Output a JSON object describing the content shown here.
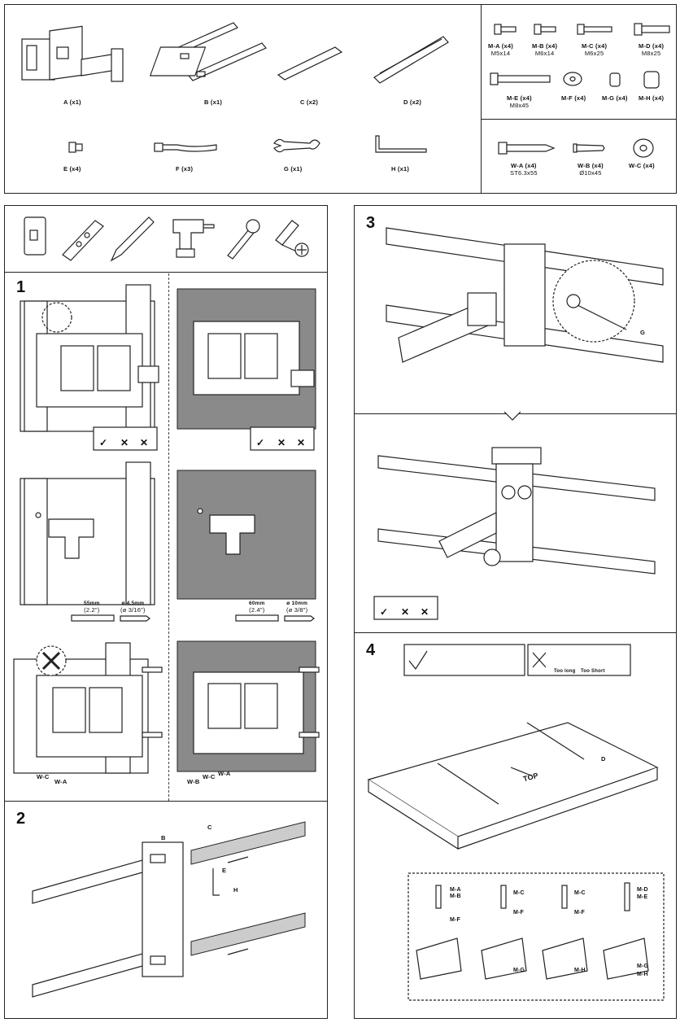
{
  "parts": [
    {
      "label": "A (x1)"
    },
    {
      "label": "B (x1)"
    },
    {
      "label": "C (x2)"
    },
    {
      "label": "D (x2)"
    },
    {
      "label": "E (x4)"
    },
    {
      "label": "F (x3)"
    },
    {
      "label": "G (x1)"
    },
    {
      "label": "H (x1)"
    }
  ],
  "screws": [
    {
      "label": "M-A (x4)",
      "size": "M5x14"
    },
    {
      "label": "M-B (x4)",
      "size": "M6x14"
    },
    {
      "label": "M-C (x4)",
      "size": "M6x25"
    },
    {
      "label": "M-D (x4)",
      "size": "M8x25"
    },
    {
      "label": "M-E (x4)",
      "size": "M8x45"
    },
    {
      "label": "M-F (x4)",
      "size": ""
    },
    {
      "label": "M-G (x4)",
      "size": ""
    },
    {
      "label": "M-H (x4)",
      "size": ""
    }
  ],
  "wall": [
    {
      "label": "W-A (x4)",
      "size": "ST6.3x55"
    },
    {
      "label": "W-B (x4)",
      "size": "Ø10x45"
    },
    {
      "label": "W-C (x4)",
      "size": ""
    }
  ],
  "steps": {
    "s1": "1",
    "s2": "2",
    "s3": "3",
    "s4": "4"
  },
  "drill_wood": {
    "depth": "55mm",
    "depth_in": "(2.2\")",
    "bit": "ø 4.5mm",
    "bit_in": "(ø 3/16\")"
  },
  "drill_concrete": {
    "depth": "60mm",
    "depth_in": "(2.4\")",
    "bit": "ø 10mm",
    "bit_in": "(ø 3/8\")"
  },
  "callouts": {
    "wc1": "W-C",
    "wa1": "W-A",
    "wb2": "W-B",
    "wc2": "W-C",
    "wa2": "W-A",
    "b": "B",
    "c": "C",
    "e": "E",
    "h": "H",
    "g": "G",
    "d": "D",
    "top": "TOP",
    "too_long": "Too long",
    "too_short": "Too Short",
    "ma": "M-A",
    "mb": "M-B",
    "mf1": "M-F",
    "mc1": "M-C",
    "mf2": "M-F",
    "mg1": "M-G",
    "mc2": "M-C",
    "mf3": "M-F",
    "mh1": "M-H",
    "md": "M-D",
    "me": "M-E",
    "mg2": "M-G",
    "mh2": "M-H"
  },
  "checks": {
    "ok": "✓",
    "no": "✕"
  }
}
